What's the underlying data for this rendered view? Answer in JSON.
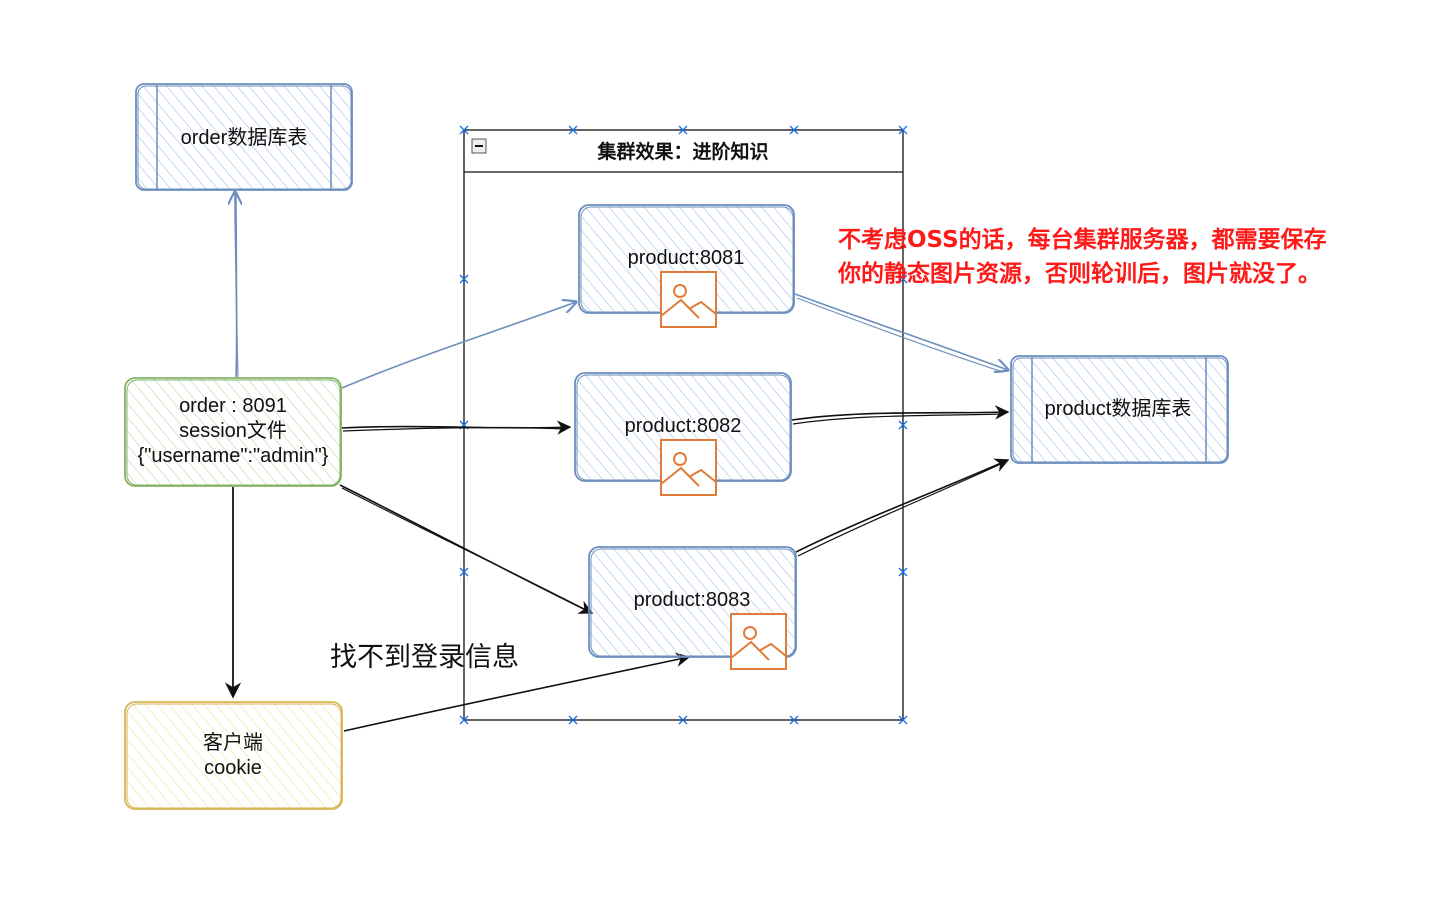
{
  "colors": {
    "blue_stroke": "#6c8ebf",
    "blue_fill": "#dae8fc",
    "green_stroke": "#82b366",
    "green_fill": "#d5e8d4",
    "yellow_stroke": "#d6b656",
    "yellow_fill": "#fff2cc",
    "black": "#111111",
    "red_note": "#ff1a1a",
    "image_icon": "#e07b39",
    "handle": "#1a73e8"
  },
  "nodes": {
    "order_table": {
      "label": "order数据库表"
    },
    "order_service": {
      "lines": [
        "order : 8091",
        "session文件",
        "{\"username\":\"admin\"}"
      ]
    },
    "client": {
      "lines": [
        "客户端",
        "cookie"
      ]
    },
    "product_8081": {
      "label": "product:8081",
      "icon": "image-icon"
    },
    "product_8082": {
      "label": "product:8082",
      "icon": "image-icon"
    },
    "product_8083": {
      "label": "product:8083",
      "icon": "image-icon"
    },
    "product_table": {
      "label": "product数据库表"
    }
  },
  "group": {
    "title": "集群效果：进阶知识",
    "collapse_icon": "minus-square-icon"
  },
  "note": {
    "lines": [
      "不考虑OSS的话，每台集群服务器，都需要保存",
      "你的静态图片资源，否则轮训后，图片就没了。"
    ]
  },
  "edge_label": "找不到登录信息"
}
